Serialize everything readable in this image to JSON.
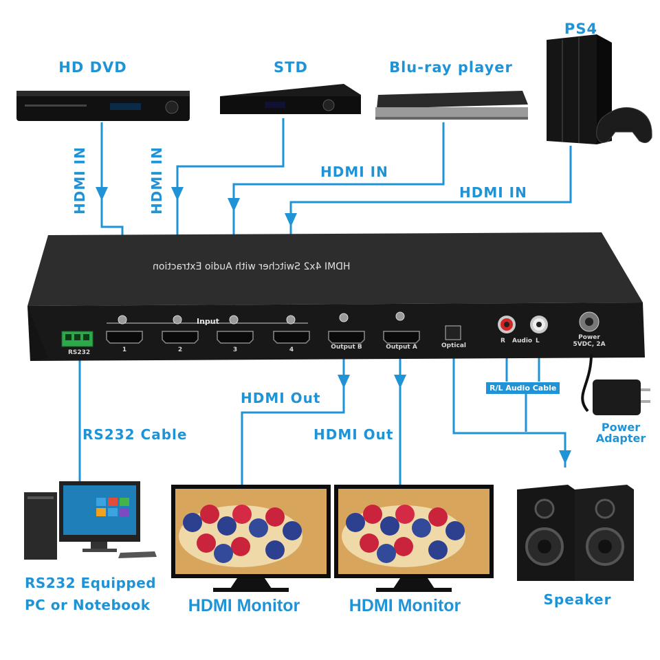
{
  "sources": {
    "hd_dvd": "HD DVD",
    "std": "STD",
    "bluray": "Blu-ray player",
    "ps4": "PS4"
  },
  "connections": {
    "hdmi_in": "HDMI IN",
    "hdmi_out": "HDMI Out",
    "rs232_cable": "RS232 Cable",
    "rl_audio_cable": "R/L Audio Cable",
    "power_adapter_line1": "Power",
    "power_adapter_line2": "Adapter"
  },
  "device": {
    "title": "HDMI 4x2 Switcher with Audio Extraction",
    "input_label": "Input",
    "ports": [
      "1",
      "2",
      "3",
      "4"
    ],
    "rs232": "RS232",
    "output_b": "Output B",
    "output_a": "Output A",
    "optical": "Optical",
    "audio_r": "R",
    "audio": "Audio",
    "audio_l": "L",
    "power_line1": "Power",
    "power_line2": "5VDC, 2A"
  },
  "destinations": {
    "pc_line1": "RS232 Equipped",
    "pc_line2": "PC or Notebook",
    "monitor_1": "HDMI Monitor",
    "monitor_2": "HDMI Monitor",
    "speaker": "Speaker"
  },
  "colors": {
    "accent": "#1f93d6",
    "device_body": "#1b1b1b",
    "rs232_terminal": "#2ea84a"
  }
}
